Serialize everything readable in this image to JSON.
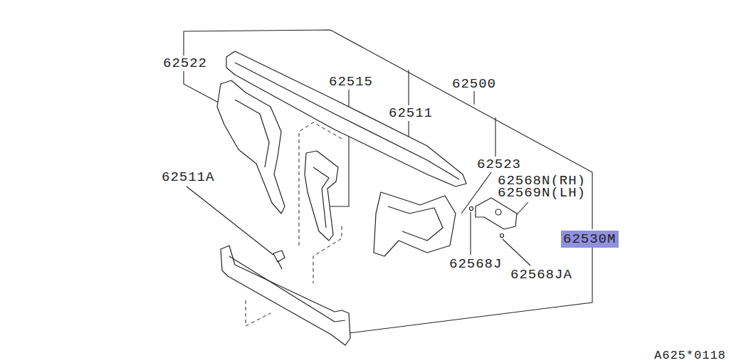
{
  "diagram": {
    "nodes": [
      {
        "text": [
          "62530M"
        ]
      }
    ],
    "labels": [
      "62522",
      "62515",
      "62500",
      "62511",
      "62523",
      "62568N(RH)",
      "62569N(LH)",
      "62511A",
      "62568J",
      "62568JA",
      "A625*0118"
    ]
  }
}
